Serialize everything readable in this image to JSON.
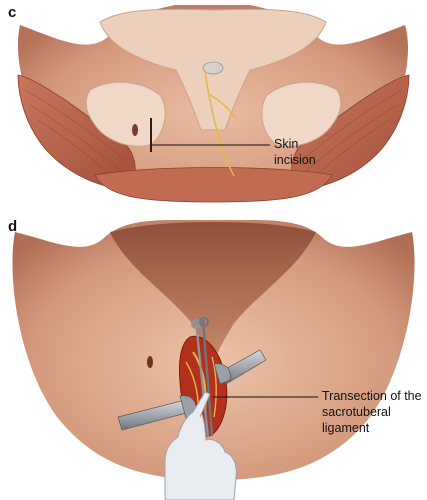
{
  "panels": [
    {
      "letter": "c",
      "callout": {
        "line1": "Skin",
        "line2": "incision"
      }
    },
    {
      "letter": "d",
      "callout": {
        "line1": "Transection of the",
        "line2": "sacrotuberal",
        "line3": "ligament"
      }
    }
  ],
  "colors": {
    "skin": "#d9a286",
    "skin_shadow": "#b9775e",
    "muscle": "#b8614a",
    "muscle_dark": "#8e3f2c",
    "bone": "#f0d7c4",
    "nerve": "#e2b84a",
    "instrument": "#a9adb3",
    "glove": "#e8ecf1",
    "tissue_red": "#b3301d",
    "tissue_yellow": "#e8b64a"
  },
  "icons": [
    "anatomy-illustration",
    "retractor",
    "clamp",
    "gloved-hand"
  ]
}
